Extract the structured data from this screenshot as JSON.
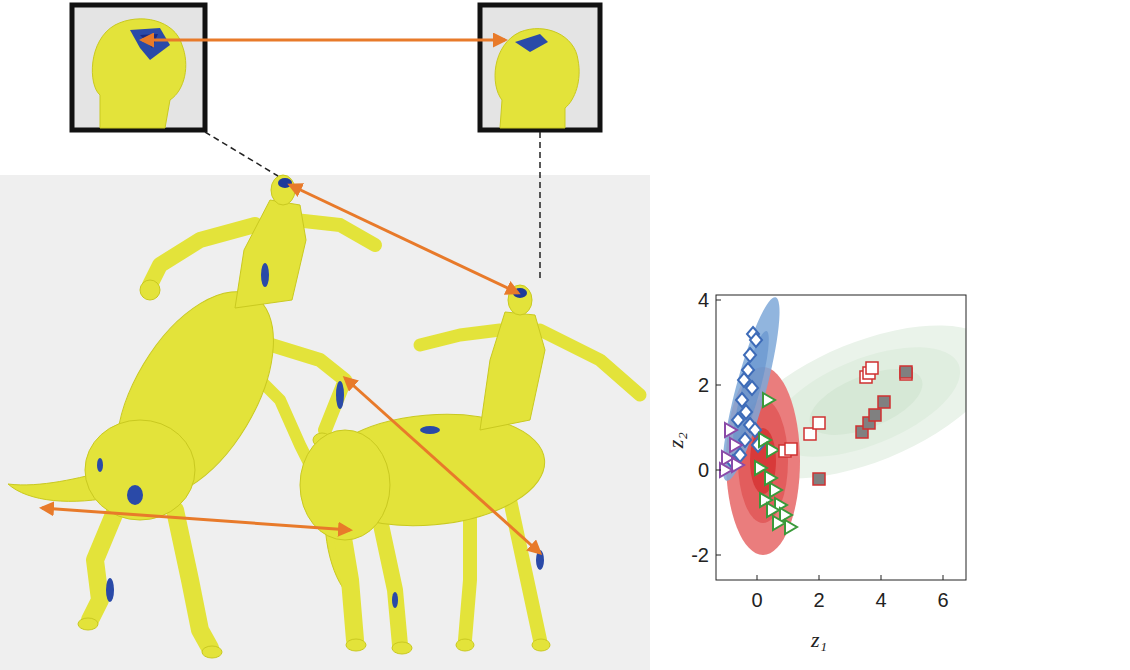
{
  "diagram": {
    "labels": [
      "4",
      "2",
      "0",
      "-2",
      "0",
      "2",
      "4",
      "6",
      "z₂",
      "z₁"
    ]
  }
}
